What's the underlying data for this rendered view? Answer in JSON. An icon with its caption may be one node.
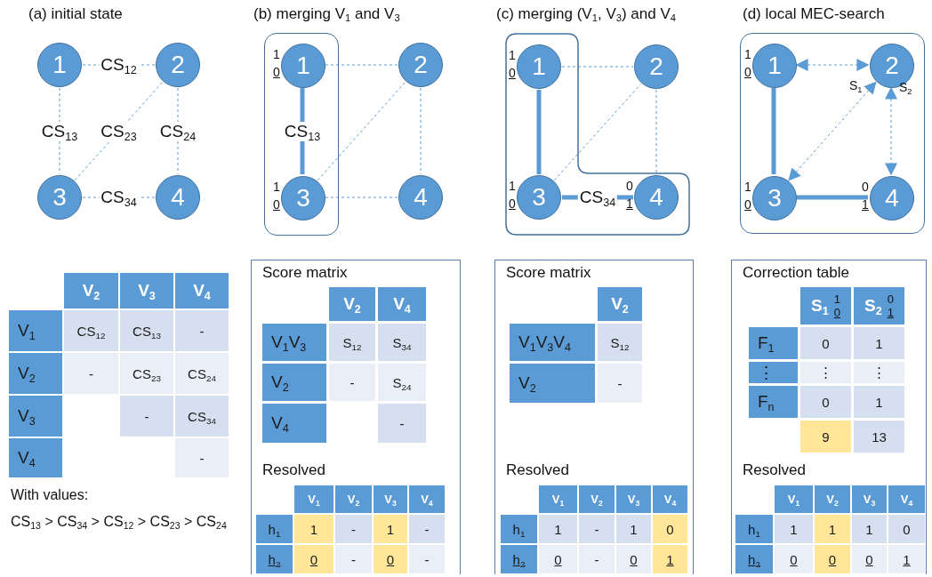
{
  "diagram": {
    "nodes": [
      {
        "text": [
          "1"
        ]
      },
      {
        "text": [
          "2"
        ]
      },
      {
        "text": [
          "3"
        ]
      },
      {
        "text": [
          "4"
        ]
      },
      {
        "text": [],
        "shape": "box"
      },
      {
        "text": [
          "1"
        ],
        "in": 4,
        "beside": [
          "1",
          "0"
        ]
      },
      {
        "text": [
          "2"
        ]
      },
      {
        "text": [
          "3"
        ],
        "in": 4,
        "beside": [
          "1",
          "0"
        ]
      },
      {
        "text": [
          "4"
        ]
      },
      {
        "text": [],
        "shape": "box"
      },
      {
        "text": [
          "1"
        ],
        "in": 9,
        "beside": [
          "1",
          "0"
        ]
      },
      {
        "text": [
          "2"
        ]
      },
      {
        "text": [
          "3"
        ],
        "in": 9,
        "beside": [
          "1",
          "0"
        ]
      },
      {
        "text": [
          "4"
        ],
        "in": 9,
        "beside": [
          "0",
          "1"
        ]
      },
      {
        "text": [],
        "shape": "box"
      },
      {
        "text": [
          "1"
        ],
        "in": 14,
        "beside": [
          "1",
          "0"
        ]
      },
      {
        "text": [
          "2"
        ],
        "in": 14,
        "beside": [
          "S$_{1}$",
          "S$_{2}$"
        ]
      },
      {
        "text": [
          "3"
        ],
        "in": 14,
        "beside": [
          "1",
          "0"
        ]
      },
      {
        "text": [
          "4"
        ],
        "in": 14,
        "beside": [
          "0",
          "1"
        ]
      },
      {
        "text": [
          "Score matrix",
          "Resolved"
        ]
      },
      {
        "text": [
          "Score matrix",
          "Resolved"
        ]
      },
      {
        "text": [
          "Correction table",
          "Resolved"
        ]
      }
    ],
    "edges": [
      {
        "from": 0,
        "to": 1,
        "arrow": "none",
        "style": "dashed",
        "label": "CS$_{12}$"
      },
      {
        "from": 0,
        "to": 2,
        "arrow": "none",
        "style": "dashed",
        "label": "CS$_{13}$"
      },
      {
        "from": 2,
        "to": 1,
        "arrow": "none",
        "style": "dashed",
        "label": "CS$_{23}$"
      },
      {
        "from": 1,
        "to": 3,
        "arrow": "none",
        "style": "dashed",
        "label": "CS$_{24}$"
      },
      {
        "from": 2,
        "to": 3,
        "arrow": "none",
        "style": "dashed",
        "label": "CS$_{34}$"
      },
      {
        "from": 5,
        "to": 7,
        "arrow": "none",
        "style": "thick",
        "label": "CS$_{13}$"
      },
      {
        "from": 5,
        "to": 6,
        "arrow": "none",
        "style": "dashed"
      },
      {
        "from": 7,
        "to": 6,
        "arrow": "none",
        "style": "dashed"
      },
      {
        "from": 6,
        "to": 8,
        "arrow": "none",
        "style": "dashed"
      },
      {
        "from": 7,
        "to": 8,
        "arrow": "none",
        "style": "dashed"
      },
      {
        "from": 10,
        "to": 12,
        "arrow": "none",
        "style": "thick"
      },
      {
        "from": 12,
        "to": 13,
        "arrow": "none",
        "style": "thick",
        "label": "CS$_{34}$"
      },
      {
        "from": 10,
        "to": 11,
        "arrow": "none",
        "style": "dashed"
      },
      {
        "from": 12,
        "to": 11,
        "arrow": "none",
        "style": "dashed"
      },
      {
        "from": 11,
        "to": 13,
        "arrow": "none",
        "style": "dashed"
      },
      {
        "from": 15,
        "to": 17,
        "arrow": "none",
        "style": "thick"
      },
      {
        "from": 17,
        "to": 18,
        "arrow": "none",
        "style": "thick"
      },
      {
        "from": 15,
        "to": 16,
        "arrow": "both",
        "style": "dashed"
      },
      {
        "from": 16,
        "to": 17,
        "arrow": "both",
        "style": "dashed"
      },
      {
        "from": 16,
        "to": 18,
        "arrow": "both",
        "style": "dashed"
      }
    ],
    "labels": [
      "(a) initial state",
      "(b) merging V$_{1}$ and V$_{3}$",
      "(c) merging (V$_{1}$, V$_{3}$) and V$_{4}$",
      "(d) local MEC-search",
      "V$_{2}$",
      "V$_{3}$",
      "V$_{4}$",
      "V$_{1}$",
      "CS$_{12}$",
      "CS$_{13}$",
      "-",
      "V$_{2}$",
      "-",
      "CS$_{23}$",
      "CS$_{24}$",
      "V$_{3}$",
      "-",
      "CS$_{34}$",
      "V$_{4}$",
      "-",
      "With values:",
      "CS$_{13}$ > CS$_{34}$ > CS$_{12}$ > CS$_{23}$ > CS$_{24}$",
      "V$_{2}$",
      "V$_{4}$",
      "V$_{1}$V$_{3}$",
      "S$_{12}$",
      "S$_{34}$",
      "V$_{2}$",
      "-",
      "S$_{24}$",
      "V$_{4}$",
      "-",
      "V$_{1}$",
      "V$_{2}$",
      "V$_{3}$",
      "V$_{4}$",
      "h$_{1}$",
      "1",
      "-",
      "1",
      "-",
      "h$_{2}$",
      "0",
      "-",
      "0",
      "-",
      "V$_{2}$",
      "V$_{1}$V$_{3}$V$_{4}$",
      "S$_{12}$",
      "V$_{2}$",
      "-",
      "V$_{1}$",
      "V$_{2}$",
      "V$_{3}$",
      "V$_{4}$",
      "h$_{1}$",
      "1",
      "-",
      "1",
      "0",
      "h$_{2}$",
      "0",
      "-",
      "0",
      "1",
      "S$_{1}$",
      "1",
      "0",
      "S$_{2}$",
      "0",
      "1",
      "F$_{1}$",
      "0",
      "1",
      "⋮",
      "⋮",
      "⋮",
      "F$_{n}$",
      "0",
      "1",
      "9",
      "13",
      "V$_{1}$",
      "V$_{2}$",
      "V$_{3}$",
      "V$_{4}$",
      "h$_{1}$",
      "1",
      "1",
      "1",
      "0",
      "h$_{2}$",
      "0",
      "0",
      "0",
      "1"
    ]
  }
}
